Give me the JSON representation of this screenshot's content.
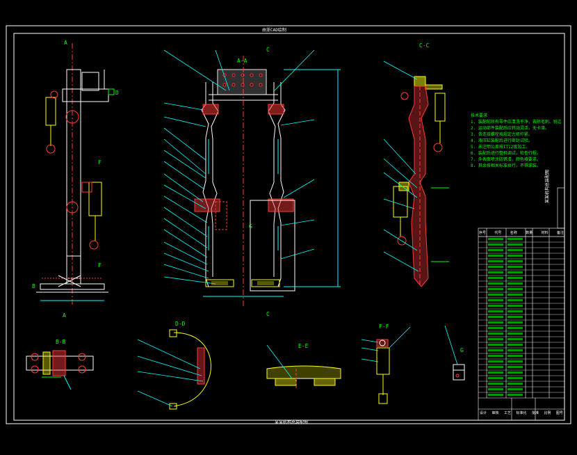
{
  "colors": {
    "background": "#000000",
    "frame": "#ffffff",
    "outline": "#ffffff",
    "leader": "#00ffff",
    "hatch": "#ff3b3b",
    "part": "#ffff00",
    "text": "#00ff00",
    "dim": "#00ffff"
  },
  "drawing": {
    "top_title": "由浙CAD绘制",
    "bottom_title": "某某机构总装配图"
  },
  "views": {
    "A_top": "A",
    "A_bottom": "A",
    "AA": "A-A",
    "C_top": "C",
    "C_bottom": "C",
    "CC": "C-C",
    "D": "D",
    "F_top": "F",
    "F_bottom": "F",
    "G_inner": "G",
    "G_detail": "G",
    "BB": "B-B",
    "DD": "D-D",
    "EE": "E-E",
    "FF": "F-F",
    "B_left": "B"
  },
  "notes": {
    "title": "技术要求",
    "lines": [
      "1. 装配前所有零件应清洗干净，去除毛刺、锐边。",
      "2. 运动部件装配后应转动灵活，无卡滞。",
      "3. 各连接螺栓按规定力矩拧紧。",
      "4. 液压缸装配后进行密封试验。",
      "5. 未注明公差按IT12级加工。",
      "6. 装配后进行整机调试，检查行程。",
      "7. 外表面喷涂防锈漆，颜色按要求。",
      "8. 其余按相关标准执行，不得漏装。"
    ]
  },
  "side_title": "某某机构总装配图",
  "bom": {
    "header_cells": [
      "序号",
      "代号",
      "名称",
      "数量",
      "材料",
      "备注"
    ],
    "footer_cells": [
      "设计",
      "审核",
      "工艺",
      "标准化",
      "批准",
      "比例",
      "图号"
    ]
  }
}
